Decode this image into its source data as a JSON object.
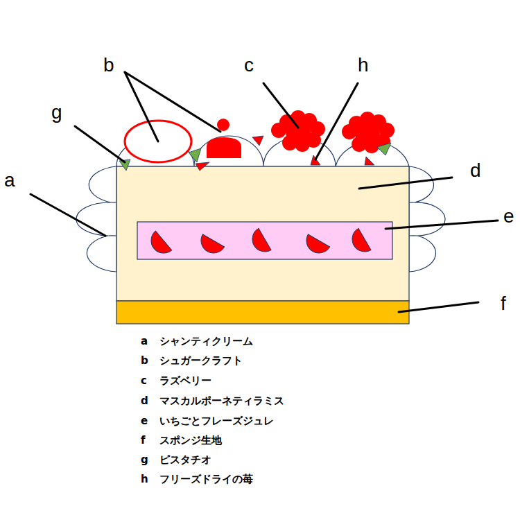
{
  "diagram": {
    "labels": [
      "b",
      "c",
      "h",
      "g",
      "a",
      "d",
      "e",
      "f",
      "a",
      "シャンティクリーム",
      "b",
      "シュガークラフト",
      "c",
      "ラズベリー",
      "d",
      "マスカルポーネティラミス",
      "e",
      "いちごとフレーズジュレ",
      "f",
      "スポンジ生地",
      "g",
      "ピスタチオ",
      "h",
      "フリーズドライの苺"
    ]
  }
}
